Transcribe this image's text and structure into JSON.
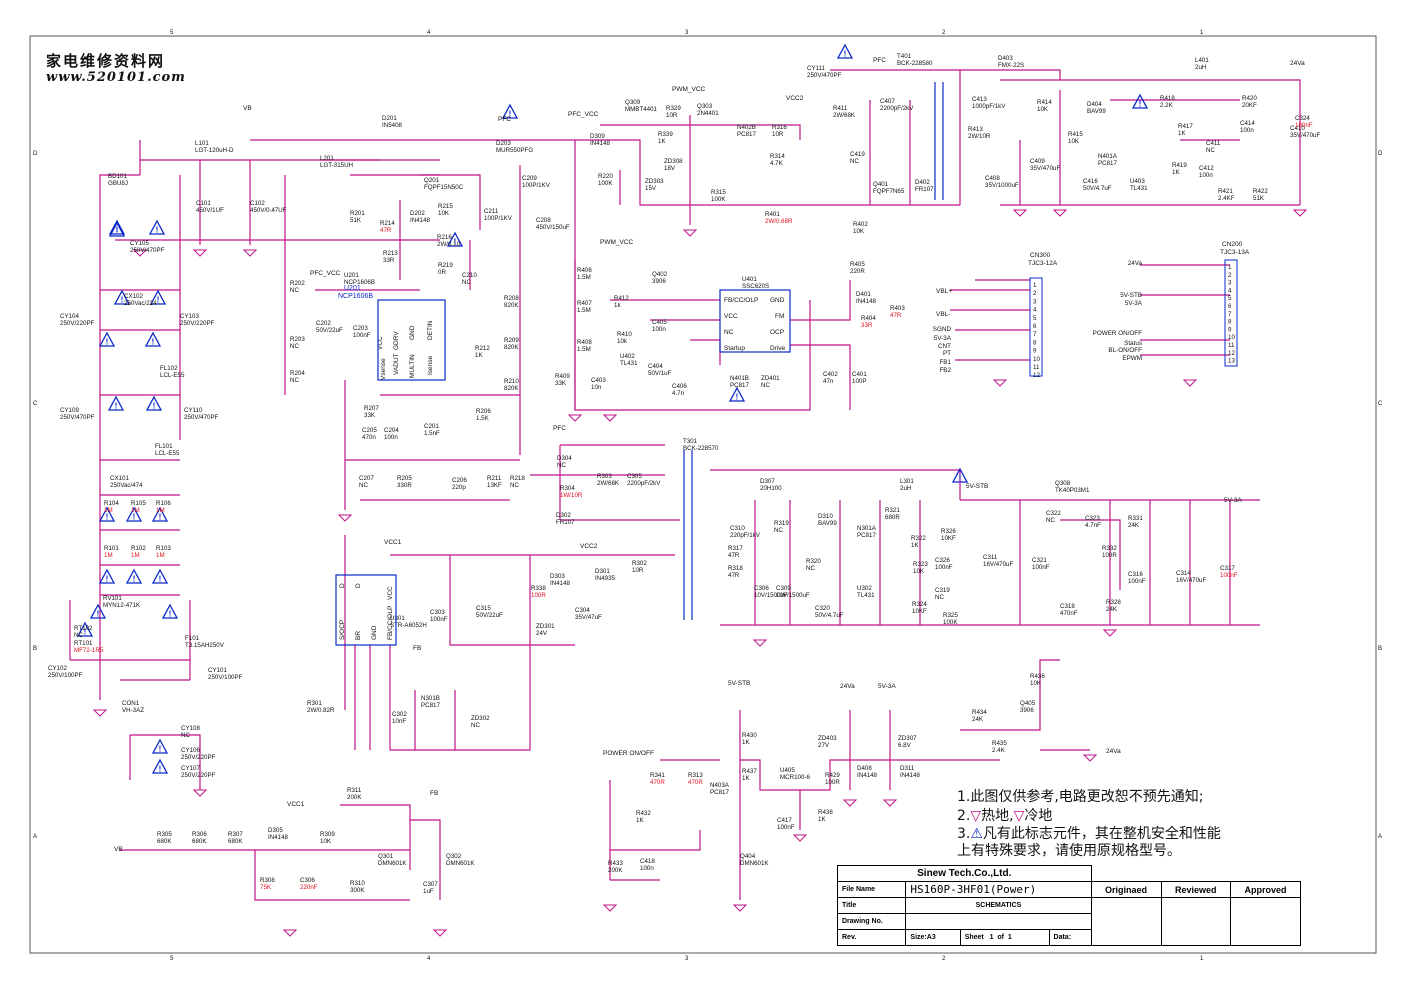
{
  "watermark": {
    "line1": "家电维修资料网",
    "line2": "www.520101.com"
  },
  "border": {
    "top_markers": [
      "5",
      "4",
      "3",
      "2",
      "1"
    ],
    "side_markers": [
      "D",
      "C",
      "B",
      "A"
    ]
  },
  "labels": {
    "vb": "VB",
    "pfc": "PFC",
    "pfc_vcc": "PFC_VCC",
    "pwm_vcc": "PWM_VCC",
    "vcc2": "VCC2",
    "vcc1": "VCC1",
    "fb": "FB",
    "v24": "24Va",
    "v5stb": "5V-STB",
    "v5a": "5V-3A",
    "power_onoff": "POWER ON/OFF",
    "vbl_p": "VBL+",
    "vbl_m": "VBL-"
  },
  "components": [
    {
      "ref": "BD101",
      "val": "GBU8J"
    },
    {
      "ref": "L101",
      "val": "LGT-120uH-D"
    },
    {
      "ref": "C101",
      "val": "450V/1UF"
    },
    {
      "ref": "C102",
      "val": "450V/0.47UF"
    },
    {
      "ref": "CY105",
      "val": "250V/470PF"
    },
    {
      "ref": "CX102",
      "val": "250Vac/224"
    },
    {
      "ref": "CY104",
      "val": "250V/220PF"
    },
    {
      "ref": "CY103",
      "val": "250V/220PF"
    },
    {
      "ref": "FL102",
      "val": "LCL-E55"
    },
    {
      "ref": "CY109",
      "val": "250V/470PF"
    },
    {
      "ref": "CY110",
      "val": "250V/470PF"
    },
    {
      "ref": "FL101",
      "val": "LCL-E55"
    },
    {
      "ref": "CX101",
      "val": "250Vac/474"
    },
    {
      "ref": "R104",
      "val": "1M"
    },
    {
      "ref": "R105",
      "val": "1M"
    },
    {
      "ref": "R106",
      "val": "1M"
    },
    {
      "ref": "R101",
      "val": "1M"
    },
    {
      "ref": "R102",
      "val": "1M"
    },
    {
      "ref": "R103",
      "val": "1M"
    },
    {
      "ref": "RV101",
      "val": "MYN12-471K"
    },
    {
      "ref": "RT102",
      "val": "NC"
    },
    {
      "ref": "RT101",
      "val": "MF72-1R5"
    },
    {
      "ref": "F101",
      "val": "T3.15AH250V"
    },
    {
      "ref": "CY102",
      "val": "250V/100PF"
    },
    {
      "ref": "CY101",
      "val": "250V/100PF"
    },
    {
      "ref": "CON1",
      "val": "VH-3AZ"
    },
    {
      "ref": "CY108",
      "val": "NC"
    },
    {
      "ref": "CY106",
      "val": "250V/220PF"
    },
    {
      "ref": "CY107",
      "val": "250V/220PF"
    },
    {
      "ref": "D201",
      "val": "IN5408"
    },
    {
      "ref": "L201",
      "val": "LGT-315UH"
    },
    {
      "ref": "D203",
      "val": "MUR550PFG"
    },
    {
      "ref": "Q201",
      "val": "FQPF15N50C"
    },
    {
      "ref": "R201",
      "val": "51K"
    },
    {
      "ref": "R214",
      "val": "47R"
    },
    {
      "ref": "D202",
      "val": "IN4148"
    },
    {
      "ref": "R215",
      "val": "10K"
    },
    {
      "ref": "R216",
      "val": "2W/0.10"
    },
    {
      "ref": "C209",
      "val": "100P/1KV"
    },
    {
      "ref": "C211",
      "val": "100P/1KV"
    },
    {
      "ref": "C208",
      "val": "450V/150uF"
    },
    {
      "ref": "R213",
      "val": "33R"
    },
    {
      "ref": "R219",
      "val": "0R"
    },
    {
      "ref": "C210",
      "val": "NC"
    },
    {
      "ref": "U201",
      "val": "NCP1606B"
    },
    {
      "ref": "R202",
      "val": "NC"
    },
    {
      "ref": "R203",
      "val": "NC"
    },
    {
      "ref": "R204",
      "val": "NC"
    },
    {
      "ref": "C202",
      "val": "50V/22uF"
    },
    {
      "ref": "C203",
      "val": "100nF"
    },
    {
      "ref": "R208",
      "val": "820K"
    },
    {
      "ref": "R209",
      "val": "820K"
    },
    {
      "ref": "R210",
      "val": "820K"
    },
    {
      "ref": "R212",
      "val": "1K"
    },
    {
      "ref": "R206",
      "val": "1.5K"
    },
    {
      "ref": "R207",
      "val": "33K"
    },
    {
      "ref": "C205",
      "val": "470n"
    },
    {
      "ref": "C204",
      "val": "100n"
    },
    {
      "ref": "C201",
      "val": "1.5nF"
    },
    {
      "ref": "C207",
      "val": "NC"
    },
    {
      "ref": "R205",
      "val": "330R"
    },
    {
      "ref": "C206",
      "val": "220p"
    },
    {
      "ref": "R211",
      "val": "13KF"
    },
    {
      "ref": "R218",
      "val": "NC"
    },
    {
      "ref": "Q309",
      "val": "MMBT4401"
    },
    {
      "ref": "D309",
      "val": "IN4148"
    },
    {
      "ref": "R329",
      "val": "10R"
    },
    {
      "ref": "R339",
      "val": "1K"
    },
    {
      "ref": "Q303",
      "val": "2N4401"
    },
    {
      "ref": "R220",
      "val": "100K"
    },
    {
      "ref": "ZD303",
      "val": "15V"
    },
    {
      "ref": "ZD308",
      "val": "18V"
    },
    {
      "ref": "R315",
      "val": "100K"
    },
    {
      "ref": "N402B",
      "val": "PC817"
    },
    {
      "ref": "R316",
      "val": "10R"
    },
    {
      "ref": "R314",
      "val": "4.7K"
    },
    {
      "ref": "R401",
      "val": "2W/0.68R"
    },
    {
      "ref": "CY111",
      "val": "250V/470PF"
    },
    {
      "ref": "T401",
      "val": "BCK-228580"
    },
    {
      "ref": "R411",
      "val": "2W/68K"
    },
    {
      "ref": "C407",
      "val": "2200pF/2kV"
    },
    {
      "ref": "C419",
      "val": "NC"
    },
    {
      "ref": "Q401",
      "val": "FQPF7N65"
    },
    {
      "ref": "D402",
      "val": "FR107"
    },
    {
      "ref": "R402",
      "val": "10K"
    },
    {
      "ref": "R405",
      "val": "220R"
    },
    {
      "ref": "D401",
      "val": "IN4148"
    },
    {
      "ref": "R404",
      "val": "33R"
    },
    {
      "ref": "R403",
      "val": "47R"
    },
    {
      "ref": "U401",
      "val": "SSC620S"
    },
    {
      "ref": "Q402",
      "val": "3906"
    },
    {
      "ref": "R412",
      "val": "1k"
    },
    {
      "ref": "R410",
      "val": "10k"
    },
    {
      "ref": "C405",
      "val": "100n"
    },
    {
      "ref": "U402",
      "val": "TL431"
    },
    {
      "ref": "C404",
      "val": "50V/1uF"
    },
    {
      "ref": "C406",
      "val": "4.7n"
    },
    {
      "ref": "N401B",
      "val": "PC817"
    },
    {
      "ref": "ZD401",
      "val": "NC"
    },
    {
      "ref": "C402",
      "val": "47n"
    },
    {
      "ref": "C401",
      "val": "100P"
    },
    {
      "ref": "R406",
      "val": "1.5M"
    },
    {
      "ref": "R407",
      "val": "1.5M"
    },
    {
      "ref": "R408",
      "val": "1.5M"
    },
    {
      "ref": "R409",
      "val": "33K"
    },
    {
      "ref": "C403",
      "val": "10n"
    },
    {
      "ref": "D403",
      "val": "FMX-22S"
    },
    {
      "ref": "C413",
      "val": "1000pF/1kV"
    },
    {
      "ref": "R413",
      "val": "2W/10R"
    },
    {
      "ref": "C408",
      "val": "35V/1000uF"
    },
    {
      "ref": "C409",
      "val": "35V/470uF"
    },
    {
      "ref": "R414",
      "val": "10K"
    },
    {
      "ref": "R415",
      "val": "10K"
    },
    {
      "ref": "D404",
      "val": "BAV99"
    },
    {
      "ref": "N401A",
      "val": "PC817"
    },
    {
      "ref": "U403",
      "val": "TL431"
    },
    {
      "ref": "C416",
      "val": "50V/4.7uF"
    },
    {
      "ref": "R418",
      "val": "2.2K"
    },
    {
      "ref": "R417",
      "val": "1K"
    },
    {
      "ref": "R419",
      "val": "1K"
    },
    {
      "ref": "C411",
      "val": "NC"
    },
    {
      "ref": "C412",
      "val": "100n"
    },
    {
      "ref": "L401",
      "val": "2uH"
    },
    {
      "ref": "R420",
      "val": "20KF"
    },
    {
      "ref": "C414",
      "val": "100n"
    },
    {
      "ref": "C410",
      "val": "35V/470uF"
    },
    {
      "ref": "C324",
      "val": "100nF"
    },
    {
      "ref": "R421",
      "val": "2.4KF"
    },
    {
      "ref": "R422",
      "val": "51K"
    },
    {
      "ref": "D304",
      "val": "NC"
    },
    {
      "ref": "R303",
      "val": "2W/68K"
    },
    {
      "ref": "C305",
      "val": "2200pF/2kV"
    },
    {
      "ref": "R304",
      "val": "1W/10R"
    },
    {
      "ref": "D302",
      "val": "FR107"
    },
    {
      "ref": "T301",
      "val": "BCK-228570"
    },
    {
      "ref": "D307",
      "val": "20H100"
    },
    {
      "ref": "C310",
      "val": "220pF/1kV"
    },
    {
      "ref": "R317",
      "val": "47R"
    },
    {
      "ref": "R318",
      "val": "47R"
    },
    {
      "ref": "C306",
      "val": "10V/1500uF"
    },
    {
      "ref": "C309",
      "val": "10V/1500uF"
    },
    {
      "ref": "R319",
      "val": "NC"
    },
    {
      "ref": "R320",
      "val": "NC"
    },
    {
      "ref": "D310",
      "val": "BAV99"
    },
    {
      "ref": "N301A",
      "val": "PC817"
    },
    {
      "ref": "R321",
      "val": "680R"
    },
    {
      "ref": "L301",
      "val": "2uH"
    },
    {
      "ref": "R322",
      "val": "1K"
    },
    {
      "ref": "R323",
      "val": "10K"
    },
    {
      "ref": "U302",
      "val": "TL431"
    },
    {
      "ref": "C320",
      "val": "50V/4.7uF"
    },
    {
      "ref": "R324",
      "val": "10KF"
    },
    {
      "ref": "R325",
      "val": "100K"
    },
    {
      "ref": "R326",
      "val": "10KF"
    },
    {
      "ref": "C326",
      "val": "100nF"
    },
    {
      "ref": "C319",
      "val": "NC"
    },
    {
      "ref": "C311",
      "val": "16V/470uF"
    },
    {
      "ref": "C321",
      "val": "100nF"
    },
    {
      "ref": "Q308",
      "val": "TK40P03M1"
    },
    {
      "ref": "C322",
      "val": "NC"
    },
    {
      "ref": "C323",
      "val": "4.7nF"
    },
    {
      "ref": "R331",
      "val": "24K"
    },
    {
      "ref": "R332",
      "val": "100R"
    },
    {
      "ref": "C316",
      "val": "100nF"
    },
    {
      "ref": "C314",
      "val": "16V/470uF"
    },
    {
      "ref": "C317",
      "val": "100nF"
    },
    {
      "ref": "C318",
      "val": "470nF"
    },
    {
      "ref": "R328",
      "val": "24K"
    },
    {
      "ref": "D303",
      "val": "IN4148"
    },
    {
      "ref": "D301",
      "val": "IN4935"
    },
    {
      "ref": "R302",
      "val": "10R"
    },
    {
      "ref": "R338",
      "val": "100R"
    },
    {
      "ref": "ZD301",
      "val": "24V"
    },
    {
      "ref": "C303",
      "val": "100nF"
    },
    {
      "ref": "C315",
      "val": "50V/22uF"
    },
    {
      "ref": "C304",
      "val": "35V/47uF"
    },
    {
      "ref": "U301",
      "val": "STR-A6052H"
    },
    {
      "ref": "R301",
      "val": "2W/0.82R"
    },
    {
      "ref": "C302",
      "val": "10nF"
    },
    {
      "ref": "N301B",
      "val": "PC817"
    },
    {
      "ref": "ZD302",
      "val": "NC"
    },
    {
      "ref": "R436",
      "val": "10K"
    },
    {
      "ref": "Q405",
      "val": "3906"
    },
    {
      "ref": "R434",
      "val": "24K"
    },
    {
      "ref": "R435",
      "val": "2.4K"
    },
    {
      "ref": "ZD403",
      "val": "27V"
    },
    {
      "ref": "ZD307",
      "val": "6.8V"
    },
    {
      "ref": "D408",
      "val": "IN4148"
    },
    {
      "ref": "D311",
      "val": "IN4148"
    },
    {
      "ref": "R429",
      "val": "100R"
    },
    {
      "ref": "U405",
      "val": "MCR100-6"
    },
    {
      "ref": "R430",
      "val": "1K"
    },
    {
      "ref": "R437",
      "val": "1K"
    },
    {
      "ref": "R341",
      "val": "470R"
    },
    {
      "ref": "R313",
      "val": "470R"
    },
    {
      "ref": "N403A",
      "val": "PC817"
    },
    {
      "ref": "C417",
      "val": "100nF"
    },
    {
      "ref": "R438",
      "val": "1K"
    },
    {
      "ref": "R432",
      "val": "1K"
    },
    {
      "ref": "R433",
      "val": "200K"
    },
    {
      "ref": "C418",
      "val": "100n"
    },
    {
      "ref": "Q404",
      "val": "DMN601K"
    },
    {
      "ref": "R311",
      "val": "200K"
    },
    {
      "ref": "R305",
      "val": "680K"
    },
    {
      "ref": "R306",
      "val": "680K"
    },
    {
      "ref": "R307",
      "val": "680K"
    },
    {
      "ref": "D305",
      "val": "IN4148"
    },
    {
      "ref": "R309",
      "val": "10K"
    },
    {
      "ref": "Q301",
      "val": "DMN601K"
    },
    {
      "ref": "Q302",
      "val": "DMN601K"
    },
    {
      "ref": "R308",
      "val": "75K"
    },
    {
      "ref": "C306b",
      "val": "220nF"
    },
    {
      "ref": "R310",
      "val": "300K"
    },
    {
      "ref": "C307",
      "val": "1uF"
    }
  ],
  "connectors": {
    "cn300": {
      "title": "CN300",
      "model": "TJC3-12A",
      "pins": [
        "1",
        "2",
        "3",
        "4",
        "5",
        "6",
        "7",
        "8",
        "9",
        "10",
        "11",
        "12"
      ],
      "signals": [
        "VBL+",
        "VBL-",
        "SGND",
        "5V-3A",
        "CNT",
        "PT",
        "FB1",
        "FB2"
      ]
    },
    "cn200": {
      "title": "CN200",
      "model": "TJC3-13A",
      "pins": [
        "1",
        "2",
        "3",
        "4",
        "5",
        "6",
        "7",
        "8",
        "9",
        "10",
        "11",
        "12",
        "13"
      ],
      "signals": [
        "24Va",
        "5V-STB",
        "5V-3A",
        "POWER ON/OFF",
        "Status",
        "BL-ON/OFF",
        "EPWM"
      ]
    }
  },
  "ic_pins": {
    "u201": [
      "VCC",
      "GDRV",
      "GND",
      "DETIN",
      "Vsense",
      "VADUT",
      "MULTIN",
      "Isense"
    ],
    "u401": [
      "FB/CC/OLP",
      "GND",
      "VCC",
      "FM",
      "NC",
      "OCP",
      "Startup",
      "Drive"
    ],
    "u301": [
      "D",
      "D",
      "S/OCP",
      "BR",
      "GND",
      "FB/CC/OLP",
      "VCC"
    ]
  },
  "notes": {
    "n1": "1.此图仅供参考,电路更改恕不预先通知;",
    "n2a": "2.",
    "n2b": "热地,",
    "n2c": "冷地",
    "n3a": "3.",
    "n3b": "凡有此标志元件，其在整机安全和性能",
    "n3c": "上有特殊要求，请使用原规格型号。"
  },
  "title_block": {
    "company": "Sinew Tech.Co.,Ltd.",
    "file_name_label": "File Name",
    "file_name": "HS160P-3HF01(Power)",
    "title_label": "Title",
    "title": "SCHEMATICS",
    "drawing_label": "Drawing No.",
    "rev_label": "Rev.",
    "size": "Size:A3",
    "sheet_label": "Sheet",
    "sheet_no": "1",
    "of": "of",
    "sheet_total": "1",
    "originaed": "Originaed",
    "reviewed": "Reviewed",
    "approved": "Approved",
    "data": "Data:"
  },
  "colors": {
    "wire": "#c0138a",
    "blue": "#0a28c8",
    "red": "#e0101c",
    "text": "#111111"
  }
}
